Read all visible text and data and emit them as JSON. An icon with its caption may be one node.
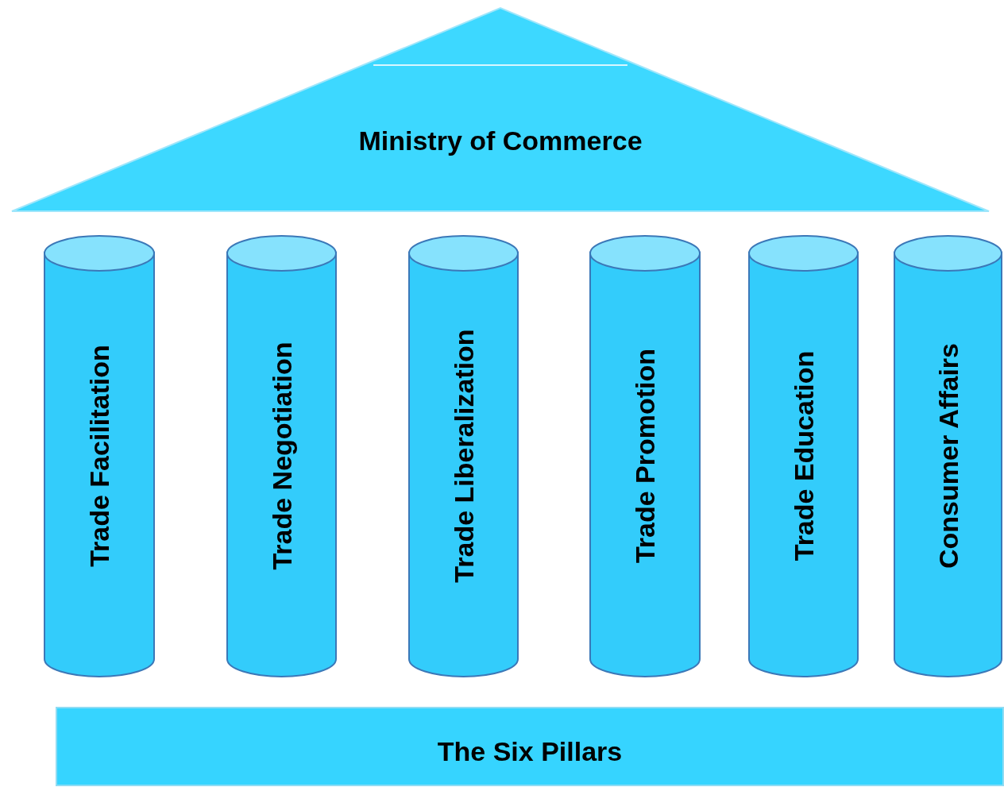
{
  "diagram": {
    "nodes": [
      {
        "text": [
          "Ministry of Commerce"
        ]
      },
      {
        "text": [
          "Trade Facilitation"
        ]
      },
      {
        "text": [
          "Trade Negotiation"
        ]
      },
      {
        "text": [
          "Trade Liberalization"
        ]
      },
      {
        "text": [
          "Trade Promotion"
        ]
      },
      {
        "text": [
          "Trade Education"
        ]
      },
      {
        "text": [
          "Consumer Affairs"
        ]
      },
      {
        "text": [
          "The Six Pillars"
        ]
      }
    ]
  }
}
